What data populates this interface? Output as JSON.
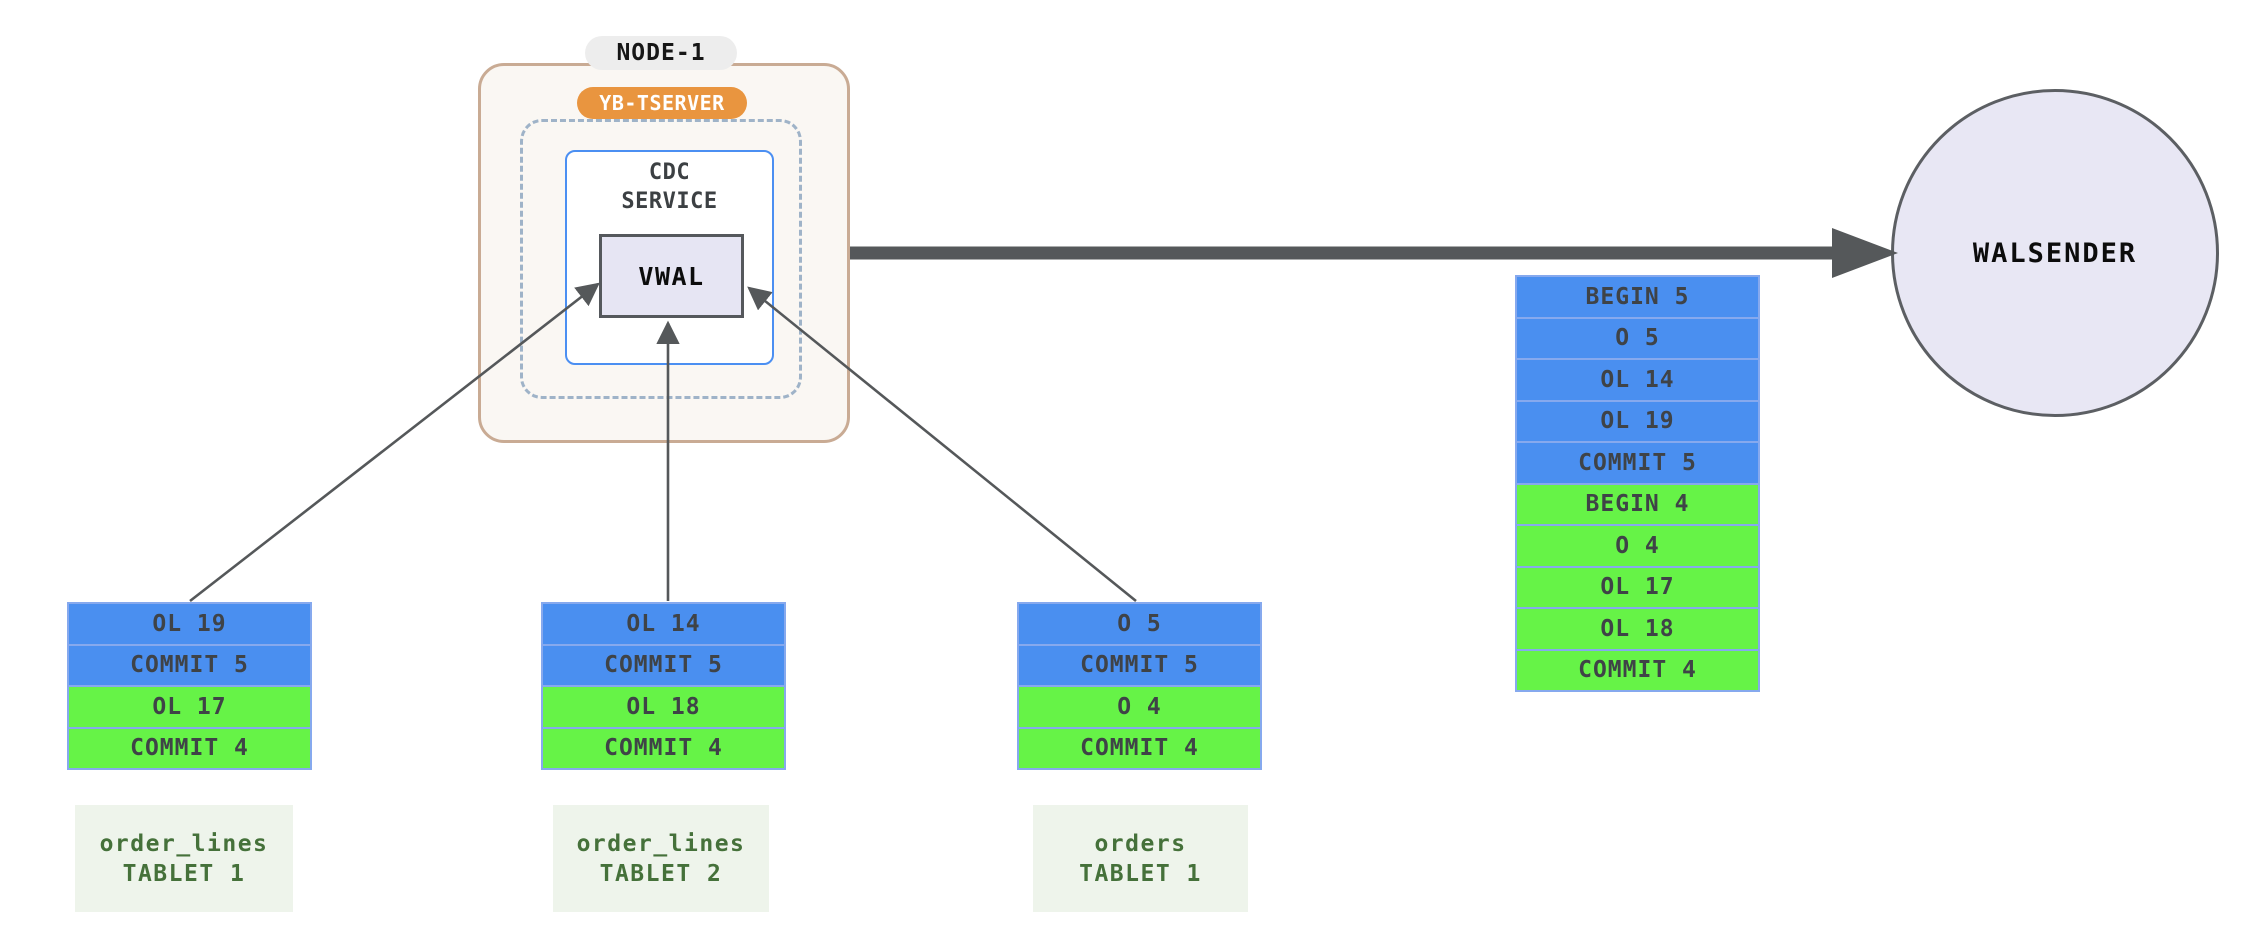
{
  "node": {
    "label": "NODE-1"
  },
  "tserver": {
    "label": "YB-TSERVER"
  },
  "cdc_service": {
    "line1": "CDC",
    "line2": "SERVICE"
  },
  "vwal": {
    "label": "VWAL"
  },
  "walsender": {
    "label": "WALSENDER"
  },
  "merged_stream": {
    "rows": [
      {
        "label": "BEGIN 5",
        "color": "blue"
      },
      {
        "label": "O 5",
        "color": "blue"
      },
      {
        "label": "OL 14",
        "color": "blue"
      },
      {
        "label": "OL 19",
        "color": "blue"
      },
      {
        "label": "COMMIT 5",
        "color": "blue"
      },
      {
        "label": "BEGIN 4",
        "color": "green"
      },
      {
        "label": "O 4",
        "color": "green"
      },
      {
        "label": "OL 17",
        "color": "green"
      },
      {
        "label": "OL 18",
        "color": "green"
      },
      {
        "label": "COMMIT 4",
        "color": "green"
      }
    ]
  },
  "tablets": [
    {
      "name_line1": "order_lines",
      "name_line2": "TABLET 1",
      "rows": [
        {
          "label": "OL 19",
          "color": "blue"
        },
        {
          "label": "COMMIT 5",
          "color": "blue"
        },
        {
          "label": "OL 17",
          "color": "green"
        },
        {
          "label": "COMMIT 4",
          "color": "green"
        }
      ]
    },
    {
      "name_line1": "order_lines",
      "name_line2": "TABLET 2",
      "rows": [
        {
          "label": "OL 14",
          "color": "blue"
        },
        {
          "label": "COMMIT 5",
          "color": "blue"
        },
        {
          "label": "OL 18",
          "color": "green"
        },
        {
          "label": "COMMIT 4",
          "color": "green"
        }
      ]
    },
    {
      "name_line1": "orders",
      "name_line2": "TABLET 1",
      "rows": [
        {
          "label": "O 5",
          "color": "blue"
        },
        {
          "label": "COMMIT 5",
          "color": "blue"
        },
        {
          "label": "O 4",
          "color": "green"
        },
        {
          "label": "COMMIT 4",
          "color": "green"
        }
      ]
    }
  ],
  "colors": {
    "txn5_blue": "#4a8ff0",
    "txn4_green": "#66f347",
    "row_border_blue": "#86a9ee",
    "row_text": "#3f4347",
    "arrow_gray": "#55585a",
    "node_bg": "#faf7f3",
    "node_border_tan": "#c9ab94",
    "dashed_blue_gray": "#9fb3c8",
    "cdc_border_blue": "#4b8ff2",
    "vwal_bg": "#e6e5f3",
    "vwal_border": "#55585c",
    "walsender_bg": "#e8e7f4",
    "walsender_border": "#5c5f63",
    "node_pill_bg": "#ededed",
    "tserver_orange": "#e9953f",
    "tablet_label_bg": "#eef4eb",
    "tablet_label_green": "#45713a"
  }
}
